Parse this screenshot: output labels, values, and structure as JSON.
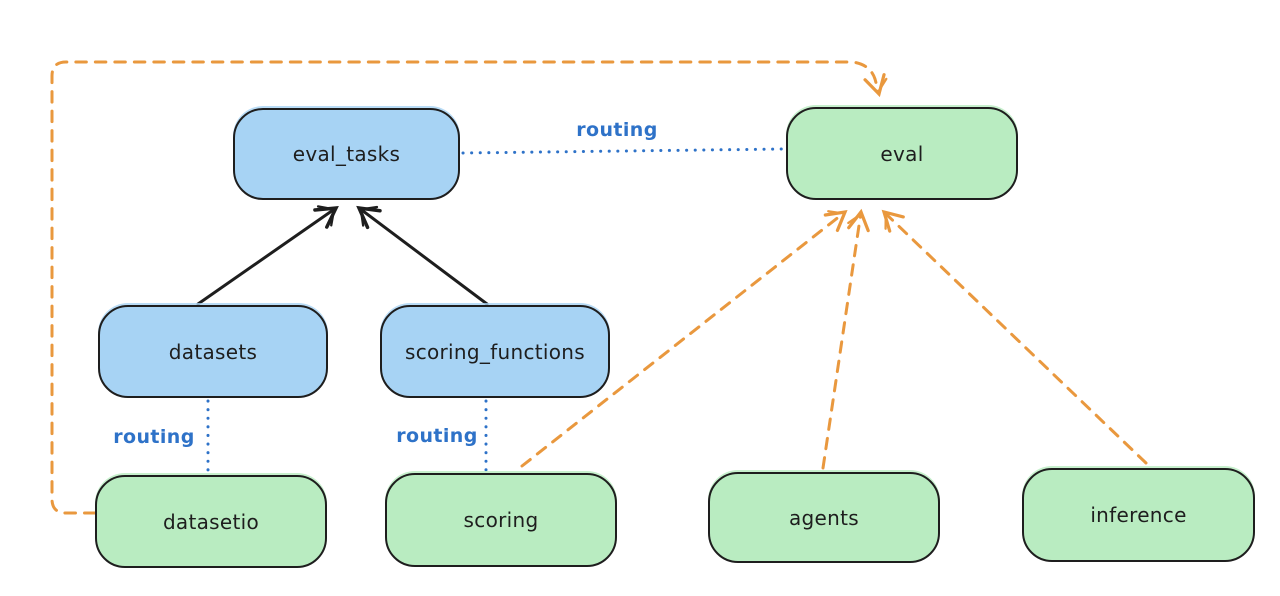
{
  "diagram": {
    "background": "#ffffff",
    "colors": {
      "api_node_fill": "#a7d3f4",
      "provider_node_fill": "#b9ecc1",
      "node_border": "#1e1e1e",
      "routing_line": "#2e72c8",
      "dependency_arrow": "#1e1e1e",
      "provider_arrow": "#e9983e"
    },
    "nodes": [
      {
        "id": "eval_tasks",
        "label": "eval_tasks",
        "color": "blue"
      },
      {
        "id": "eval",
        "label": "eval",
        "color": "green"
      },
      {
        "id": "datasets",
        "label": "datasets",
        "color": "blue"
      },
      {
        "id": "scoring_functions",
        "label": "scoring_functions",
        "color": "blue"
      },
      {
        "id": "datasetio",
        "label": "datasetio",
        "color": "green"
      },
      {
        "id": "scoring",
        "label": "scoring",
        "color": "green"
      },
      {
        "id": "agents",
        "label": "agents",
        "color": "green"
      },
      {
        "id": "inference",
        "label": "inference",
        "color": "green"
      }
    ],
    "edge_labels": [
      {
        "id": "routing-top",
        "text": "routing"
      },
      {
        "id": "routing-left",
        "text": "routing"
      },
      {
        "id": "routing-mid",
        "text": "routing"
      }
    ],
    "edges": [
      {
        "from": "datasets",
        "to": "eval_tasks",
        "style": "solid-black-arrow"
      },
      {
        "from": "scoring_functions",
        "to": "eval_tasks",
        "style": "solid-black-arrow"
      },
      {
        "from": "eval_tasks",
        "to": "eval",
        "style": "dotted-blue",
        "label": "routing"
      },
      {
        "from": "datasets",
        "to": "datasetio",
        "style": "dotted-blue",
        "label": "routing"
      },
      {
        "from": "scoring_functions",
        "to": "scoring",
        "style": "dotted-blue",
        "label": "routing"
      },
      {
        "from": "scoring",
        "to": "eval",
        "style": "dashed-orange-arrow"
      },
      {
        "from": "agents",
        "to": "eval",
        "style": "dashed-orange-arrow"
      },
      {
        "from": "inference",
        "to": "eval",
        "style": "dashed-orange-arrow"
      },
      {
        "from": "datasetio",
        "to": "eval",
        "style": "dashed-orange-arrow",
        "route": "left-and-over-top"
      }
    ]
  }
}
